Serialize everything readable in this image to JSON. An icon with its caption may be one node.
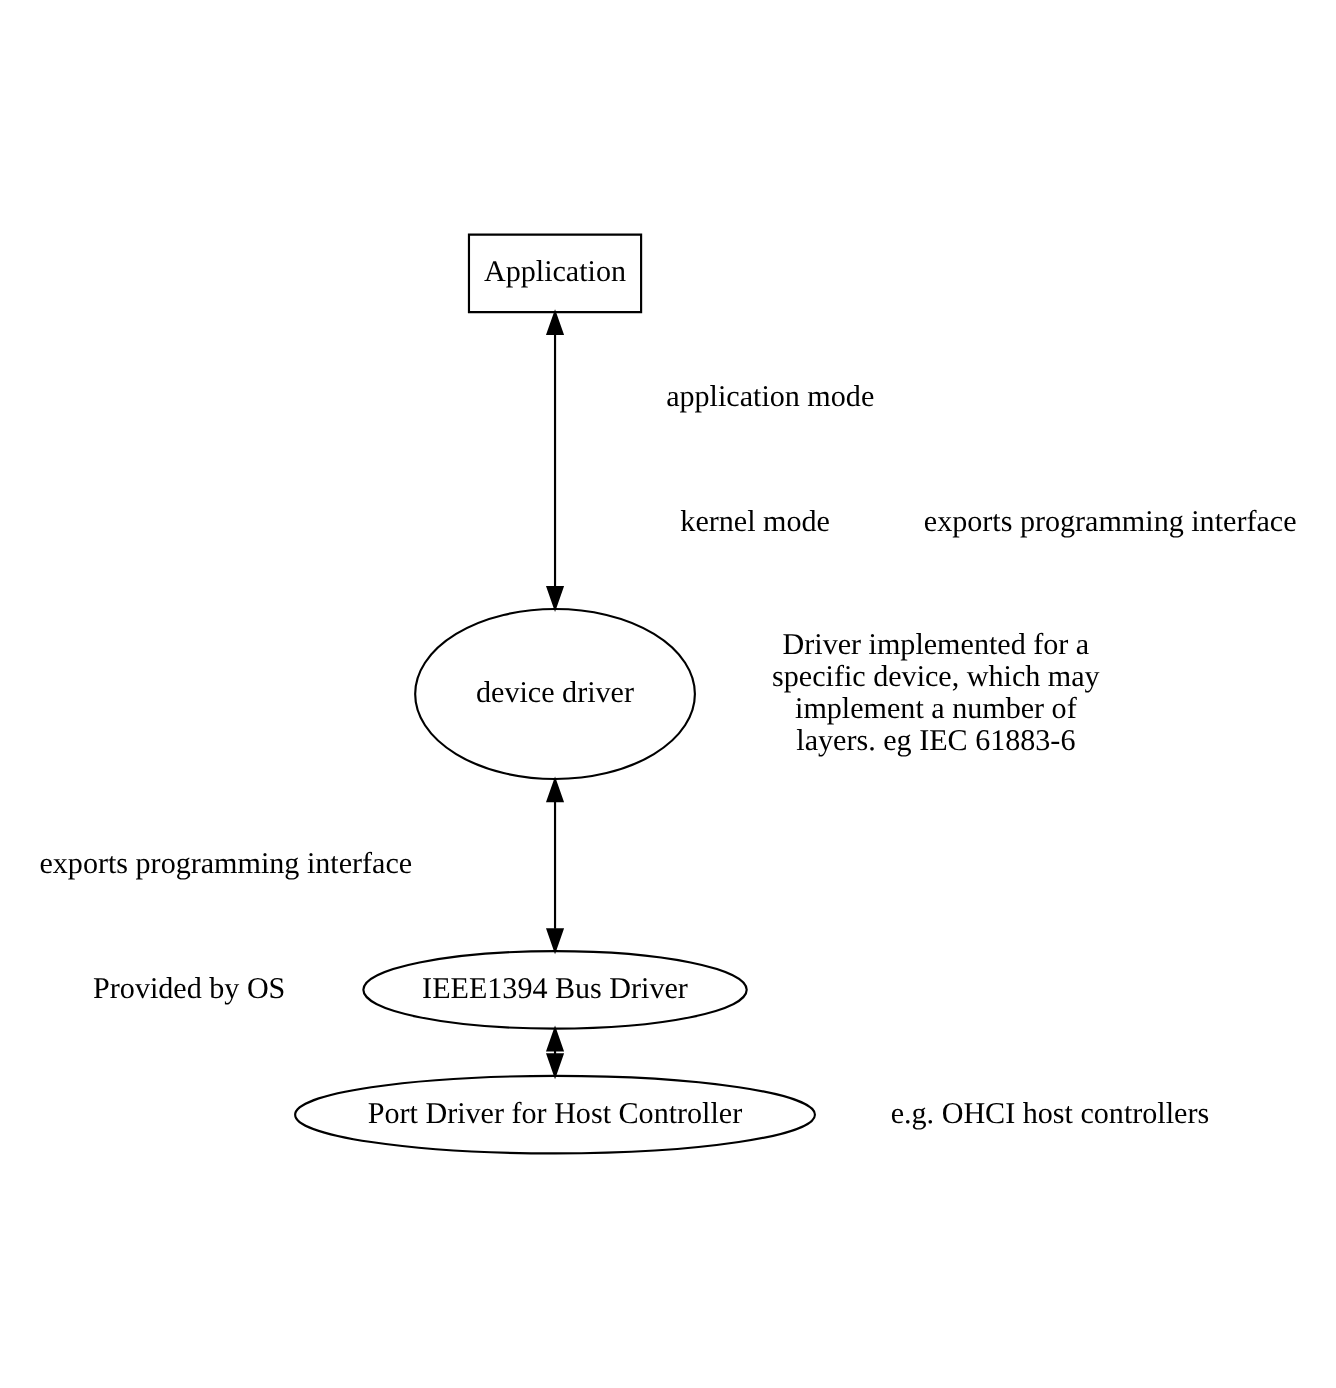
{
  "diagram": {
    "nodes": [
      {
        "text": [
          "Application"
        ]
      },
      {
        "text": [
          "device driver"
        ]
      },
      {
        "text": [
          "IEEE1394 Bus Driver"
        ]
      },
      {
        "text": [
          "Port Driver for Host Controller"
        ],
        "beside": [
          "e.g. OHCI host controllers"
        ]
      }
    ],
    "edges": [
      {
        "from": 0,
        "to": 1,
        "arrow": "both"
      },
      {
        "from": 1,
        "to": 2,
        "arrow": "both"
      },
      {
        "from": 2,
        "to": 3,
        "arrow": "both"
      }
    ],
    "labels": [
      "application mode",
      "kernel mode",
      "exports programming interface",
      "Driver implemented for a specific device, which may implement a number of layers. eg IEC 61883-6",
      "exports programming interface",
      "Provided by OS"
    ]
  }
}
